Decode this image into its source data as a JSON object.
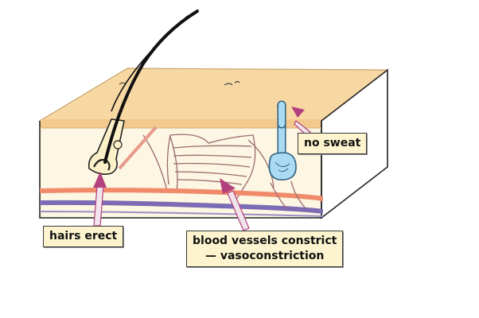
{
  "labels": {
    "no_sweat": "no sweat",
    "hairs_erect": "hairs erect",
    "vessels_line1": "blood vessels constrict",
    "vessels_line2": "— vasoconstriction"
  },
  "colors": {
    "epidermis": "#f7d8a3",
    "dermis": "#fcf6e2",
    "side_face": "#ffffff",
    "artery": "#f08a6a",
    "vein": "#7b6bb4",
    "sweat_gland": "#a9dcf2",
    "arrow": "#b3407e",
    "arrow_shaft": "#f1e4ec",
    "label_bg": "#fdf4cf"
  }
}
